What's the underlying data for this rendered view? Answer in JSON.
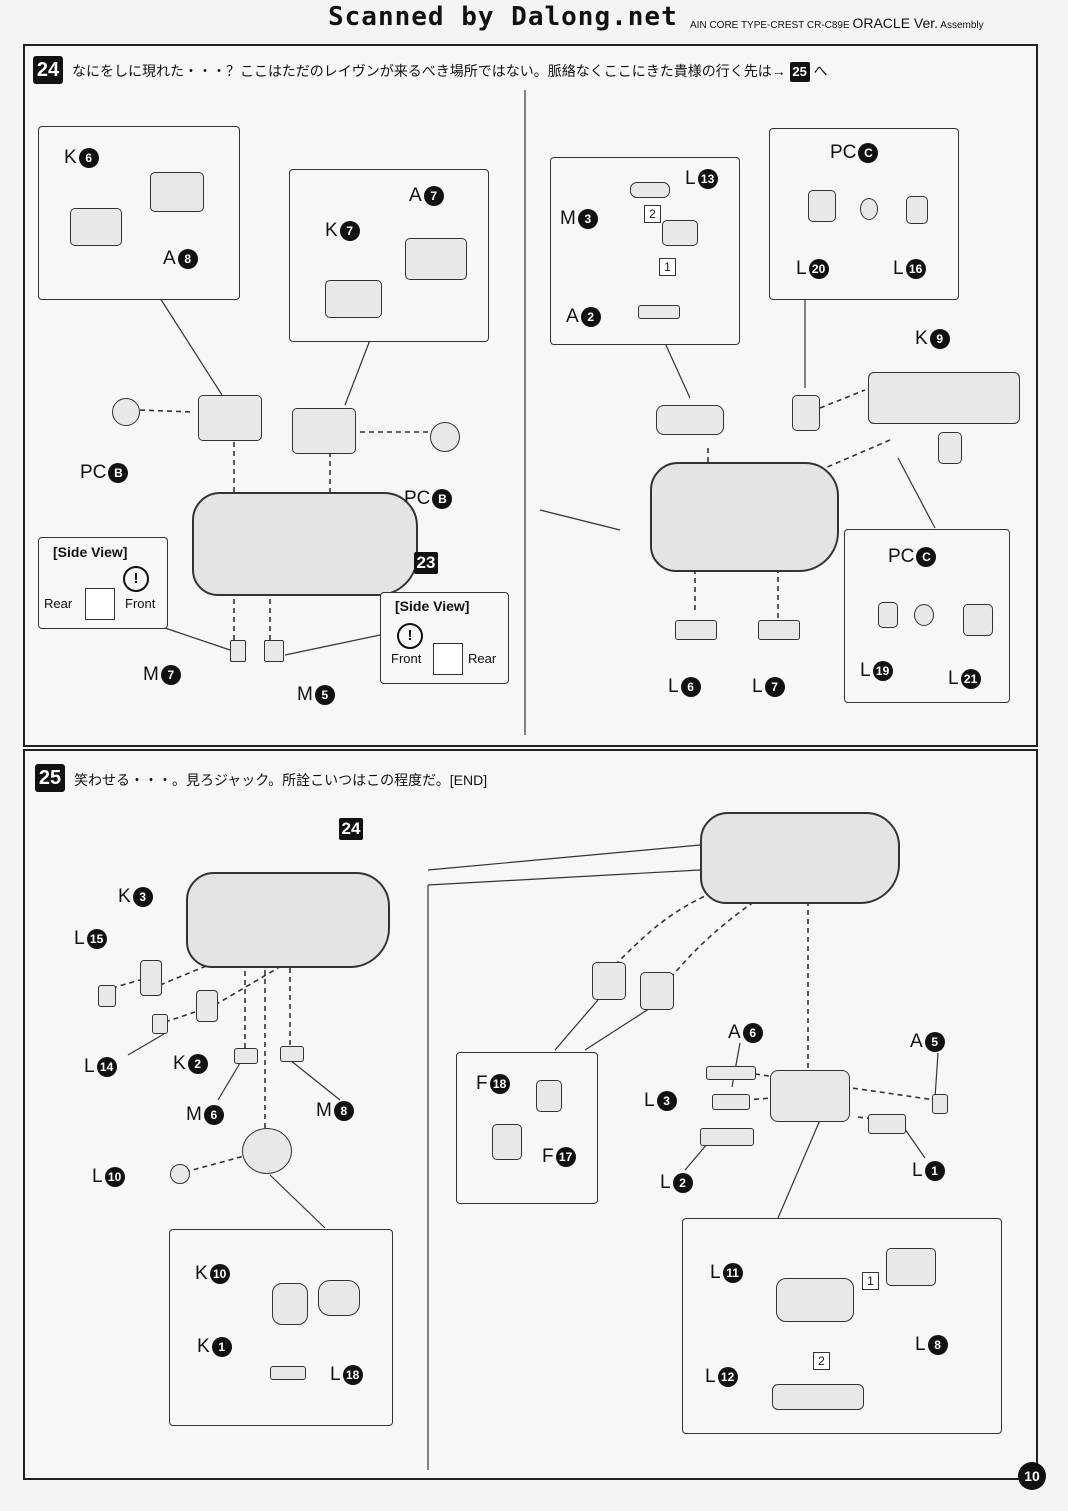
{
  "header": {
    "scanner_credit": "Scanned by Dalong.net",
    "model": "AIN CORE TYPE-CREST  CR-C89E",
    "version": "ORACLE Ver.",
    "section": "Assembly"
  },
  "step24": {
    "number": "24",
    "text": "なにをしに現れた・・・？ここはただのレイヴンが来るべき場所ではない。脈絡なくここにきた貴様の行く先は→",
    "next_ref": "25",
    "suffix": "へ",
    "ref23": "23",
    "side_view_left": {
      "title": "[Side View]",
      "left": "Rear",
      "right": "Front",
      "mark": "!"
    },
    "side_view_right": {
      "title": "[Side View]",
      "left": "Front",
      "right": "Rear",
      "mark": "!"
    },
    "labels": {
      "k6": {
        "letter": "K",
        "num": "6"
      },
      "a8": {
        "letter": "A",
        "num": "8"
      },
      "a7": {
        "letter": "A",
        "num": "7"
      },
      "k7": {
        "letter": "K",
        "num": "7"
      },
      "pcb1": {
        "letter": "PC",
        "num": "B"
      },
      "pcb2": {
        "letter": "PC",
        "num": "B"
      },
      "m7": {
        "letter": "M",
        "num": "7"
      },
      "m5": {
        "letter": "M",
        "num": "5"
      },
      "l13": {
        "letter": "L",
        "num": "13"
      },
      "m3": {
        "letter": "M",
        "num": "3"
      },
      "a2": {
        "letter": "A",
        "num": "2"
      },
      "pcc1": {
        "letter": "PC",
        "num": "C"
      },
      "l20": {
        "letter": "L",
        "num": "20"
      },
      "l16": {
        "letter": "L",
        "num": "16"
      },
      "k9": {
        "letter": "K",
        "num": "9"
      },
      "pcc2": {
        "letter": "PC",
        "num": "C"
      },
      "l19": {
        "letter": "L",
        "num": "19"
      },
      "l21": {
        "letter": "L",
        "num": "21"
      },
      "l6": {
        "letter": "L",
        "num": "6"
      },
      "l7": {
        "letter": "L",
        "num": "7"
      }
    },
    "order_marks": [
      "1",
      "2"
    ]
  },
  "step25": {
    "number": "25",
    "text": "笑わせる・・・。見ろジャック。所詮こいつはこの程度だ。[END]",
    "ref24": "24",
    "labels": {
      "k3": {
        "letter": "K",
        "num": "3"
      },
      "l15": {
        "letter": "L",
        "num": "15"
      },
      "l14": {
        "letter": "L",
        "num": "14"
      },
      "k2": {
        "letter": "K",
        "num": "2"
      },
      "m6": {
        "letter": "M",
        "num": "6"
      },
      "m8": {
        "letter": "M",
        "num": "8"
      },
      "l10": {
        "letter": "L",
        "num": "10"
      },
      "k10": {
        "letter": "K",
        "num": "10"
      },
      "k1": {
        "letter": "K",
        "num": "1"
      },
      "l18": {
        "letter": "L",
        "num": "18"
      },
      "f18": {
        "letter": "F",
        "num": "18"
      },
      "f17": {
        "letter": "F",
        "num": "17"
      },
      "a6": {
        "letter": "A",
        "num": "6"
      },
      "a5": {
        "letter": "A",
        "num": "5"
      },
      "l3": {
        "letter": "L",
        "num": "3"
      },
      "l1": {
        "letter": "L",
        "num": "1"
      },
      "l2": {
        "letter": "L",
        "num": "2"
      },
      "l11": {
        "letter": "L",
        "num": "11"
      },
      "l8": {
        "letter": "L",
        "num": "8"
      },
      "l12": {
        "letter": "L",
        "num": "12"
      }
    },
    "order_marks": [
      "1",
      "2"
    ]
  },
  "page_number": "10"
}
